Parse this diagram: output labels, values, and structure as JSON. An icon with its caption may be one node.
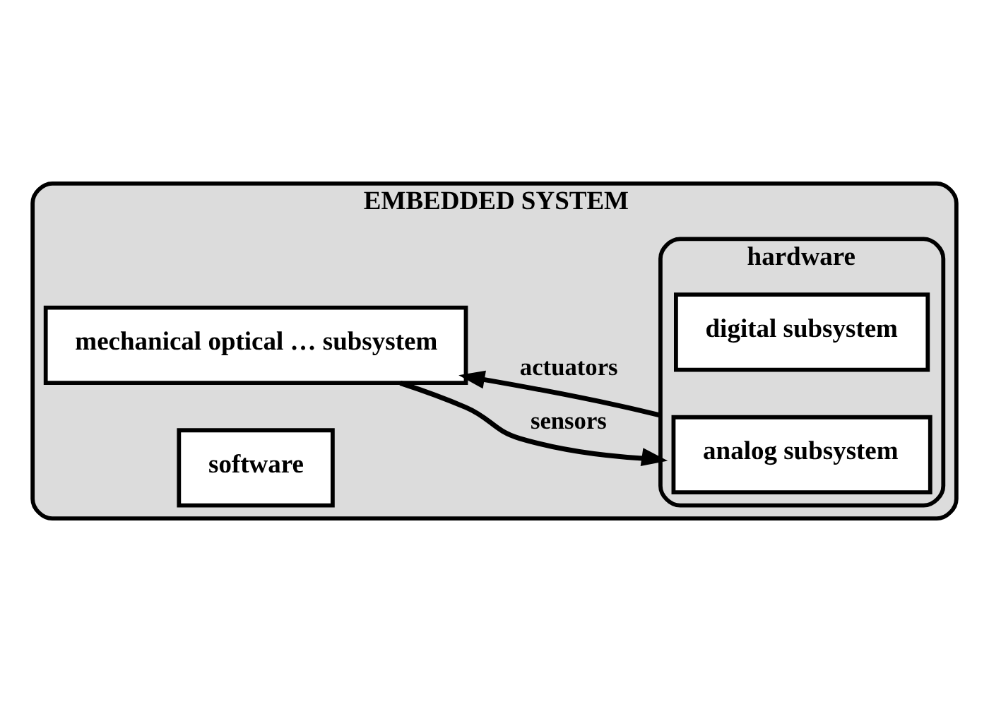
{
  "diagram": {
    "nodes": [
      {
        "text": [
          "EMBEDDED SYSTEM"
        ]
      },
      {
        "text": [
          "mechanical optical … subsystem"
        ],
        "in": 0
      },
      {
        "text": [
          "software"
        ],
        "in": 0
      },
      {
        "text": [
          "hardware"
        ],
        "in": 0
      },
      {
        "text": [
          "digital subsystem"
        ],
        "in": 3
      },
      {
        "text": [
          "analog subsystem"
        ],
        "in": 3
      }
    ],
    "edges": [
      {
        "from": 1,
        "to": 3,
        "arrow": "to",
        "label": "sensors"
      },
      {
        "from": 3,
        "to": 1,
        "arrow": "to",
        "label": "actuators"
      }
    ]
  }
}
